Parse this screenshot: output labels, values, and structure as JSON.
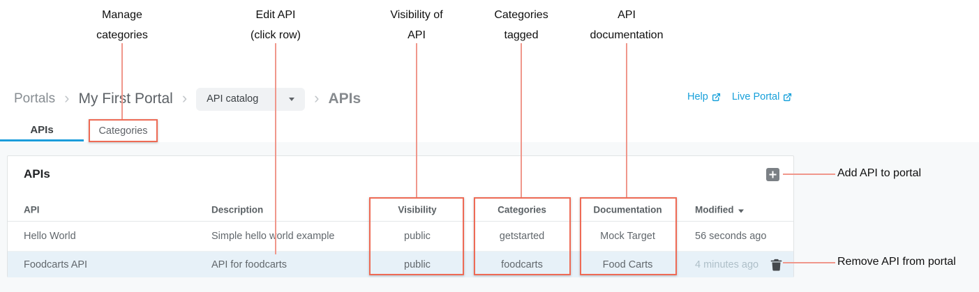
{
  "annotations": {
    "line_color": "#f0978b",
    "box_color": "#ee6a55",
    "top": [
      {
        "line1": "Manage",
        "line2": "categories"
      },
      {
        "line1": "Edit API",
        "line2": "(click row)"
      },
      {
        "line1": "Visibility of",
        "line2": "API"
      },
      {
        "line1": "Categories",
        "line2": "tagged"
      },
      {
        "line1": "API",
        "line2": "documentation"
      }
    ],
    "add_api_label": "Add API to portal",
    "remove_api_label": "Remove API from portal"
  },
  "breadcrumb": {
    "separator": "›",
    "portals": "Portals",
    "portal_name": "My First Portal",
    "catalog_dropdown_value": "API catalog",
    "current": "APIs"
  },
  "header_links": {
    "help": "Help",
    "live_portal": "Live Portal",
    "link_color": "#17a0da"
  },
  "tabs": {
    "apis": "APIs",
    "categories": "Categories"
  },
  "panel": {
    "title": "APIs"
  },
  "table": {
    "columns": {
      "api": "API",
      "description": "Description",
      "visibility": "Visibility",
      "categories": "Categories",
      "documentation": "Documentation",
      "modified": "Modified"
    },
    "rows": [
      {
        "api": "Hello World",
        "description": "Simple hello world example",
        "visibility": "public",
        "categories": "getstarted",
        "documentation": "Mock Target",
        "modified": "56 seconds ago"
      },
      {
        "api": "Foodcarts API",
        "description": "API for foodcarts",
        "visibility": "public",
        "categories": "foodcarts",
        "documentation": "Food Carts",
        "modified": "4 minutes ago"
      }
    ]
  },
  "icons": {
    "add_api": "plus-icon",
    "remove_api": "trash-icon",
    "external_link": "external-link-icon",
    "dropdown": "caret-down-icon",
    "sort": "caret-down-icon",
    "breadcrumb_separator": "chevron-right-icon"
  }
}
